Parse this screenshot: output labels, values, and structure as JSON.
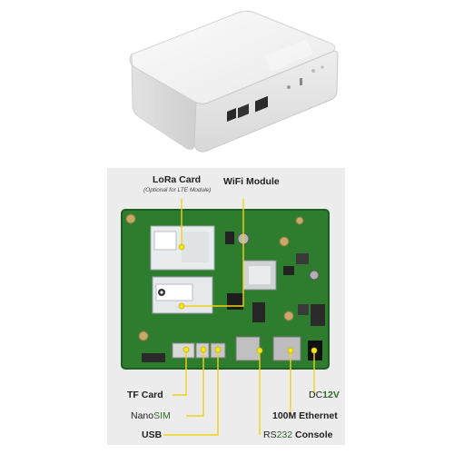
{
  "labels": {
    "lora_card": {
      "text": "LoRa Card",
      "note": "(Optional for LTE Module)"
    },
    "wifi_module": "WiFi Module",
    "tf_card": "TF Card",
    "nanosim": {
      "prefix": "Nano",
      "highlight": "SIM"
    },
    "usb": "USB",
    "dc12v": {
      "prefix": "DC",
      "highlight": "12V"
    },
    "ethernet": "100M Ethernet",
    "rs232": {
      "prefix": "RS",
      "highlight": "232",
      "suffix": " Console"
    }
  },
  "colors": {
    "pcb": "#2e7d2e",
    "pcb_dark": "#1f5e22",
    "callout_line": "#f2d21b",
    "callout_dot": "#f5e620",
    "label_highlight": "#2f6b2f",
    "enclosure": "#f2f2f2",
    "diagram_bg": "#ececec"
  },
  "icons": [
    "lte-logo-icon"
  ]
}
